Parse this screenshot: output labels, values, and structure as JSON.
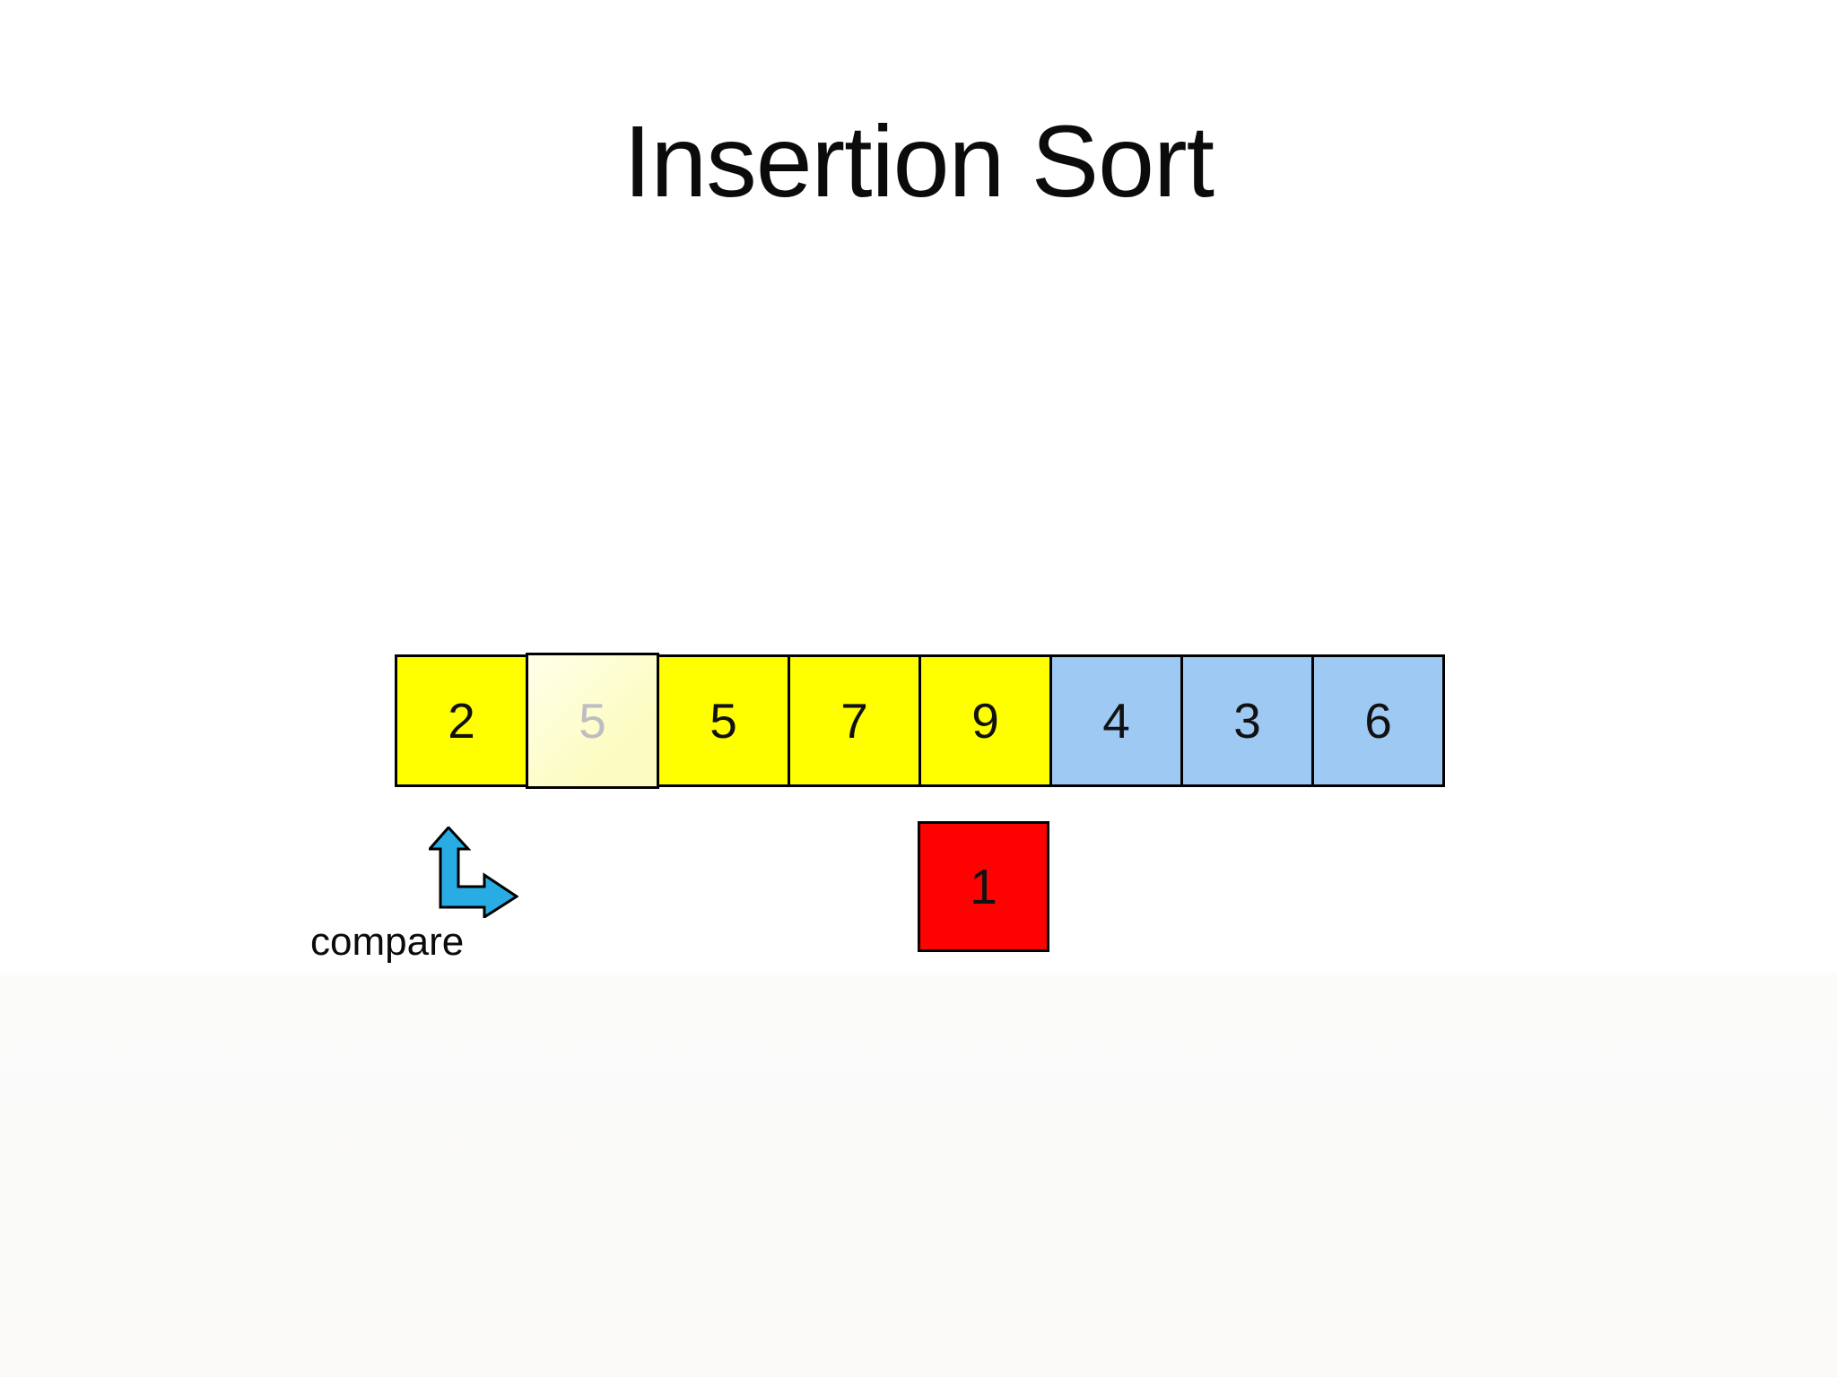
{
  "slide": {
    "title": "Insertion Sort",
    "array": {
      "cells": [
        {
          "value": "2",
          "state": "sorted"
        },
        {
          "value": "5",
          "state": "ghost"
        },
        {
          "value": "5",
          "state": "sorted"
        },
        {
          "value": "7",
          "state": "sorted"
        },
        {
          "value": "9",
          "state": "sorted"
        },
        {
          "value": "4",
          "state": "unsorted"
        },
        {
          "value": "3",
          "state": "unsorted"
        },
        {
          "value": "6",
          "state": "unsorted"
        }
      ]
    },
    "key_cell": {
      "value": "1"
    },
    "compare_label": "compare",
    "colors": {
      "sorted": "#FFFF00",
      "ghost": "#FCFCC2",
      "ghost_text": "#BDBDC2",
      "unsorted": "#9DC9F3",
      "key": "#FE0202",
      "arrow": "#29ACE3"
    }
  }
}
